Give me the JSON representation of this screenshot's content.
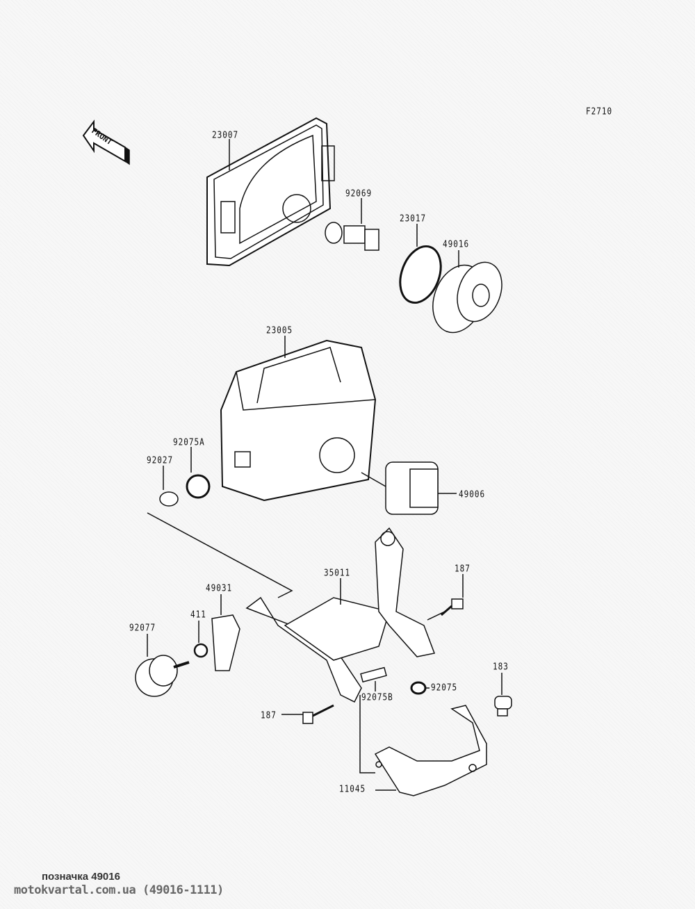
{
  "diagram": {
    "code": "F2710",
    "front_label": "FRONT",
    "callouts": {
      "c23007": "23007",
      "c92069": "92069",
      "c23017": "23017",
      "c49016": "49016",
      "c23005": "23005",
      "c92075A": "92075A",
      "c92027": "92027",
      "c49006": "49006",
      "c35011": "35011",
      "c187a": "187",
      "c49031": "49031",
      "c411": "411",
      "c92077": "92077",
      "c183": "183",
      "c92075B": "92075B",
      "c92075": "92075",
      "c187b": "187",
      "c11045": "11045"
    }
  },
  "caption": {
    "line1": "позначка 49016",
    "line2": "motokvartal.com.ua (49016-1111)"
  }
}
